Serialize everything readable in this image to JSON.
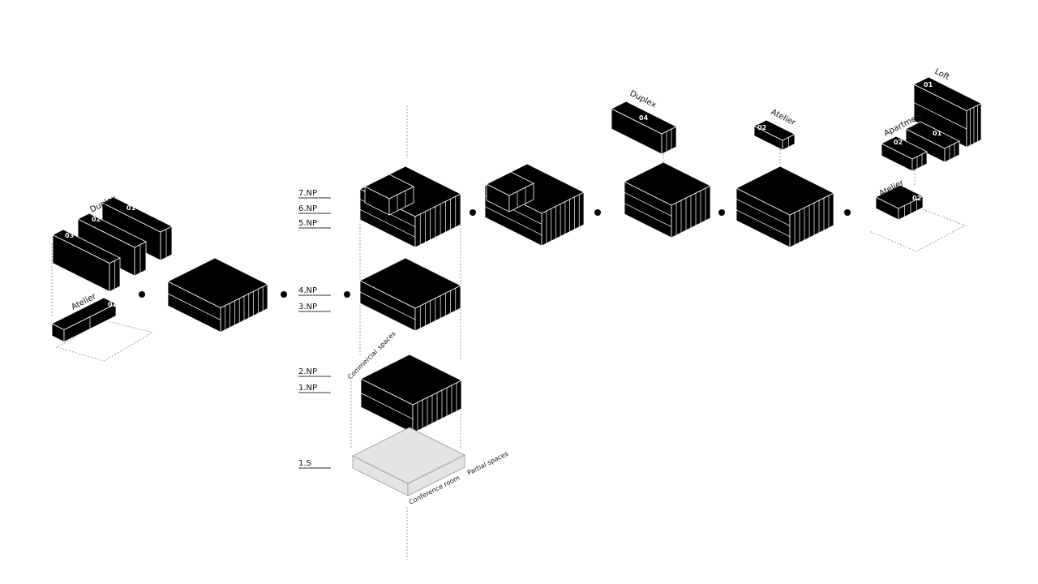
{
  "title": "Isometric massing sequence",
  "floors": [
    "7.NP",
    "6.NP",
    "5.NP",
    "4.NP",
    "3.NP",
    "2.NP",
    "1.NP",
    "1.S"
  ],
  "labels": {
    "duplex_left": "Duplex",
    "atelier_left": "Atelier",
    "commercial": [
      "Commercial",
      "spaces"
    ],
    "conference": "Conference room",
    "partial": "Partial spaces",
    "duplex_top": "Duplex",
    "atelier_mid": "Atelier",
    "loft": "Loft",
    "apartment": "Apartment",
    "atelier_right": "Atelier"
  },
  "units": {
    "duplex_01": "01",
    "duplex_02": "02",
    "duplex_03": "03",
    "atelier_01": "01",
    "duplex_04": "04",
    "atelier_02_mid": "02",
    "loft_01": "01",
    "apartment_01": "01",
    "apartment_02": "02",
    "atelier_02_right": "02"
  },
  "colors": {
    "mass": "#000000",
    "slab": "#e4e4e4",
    "line": "#888888"
  }
}
